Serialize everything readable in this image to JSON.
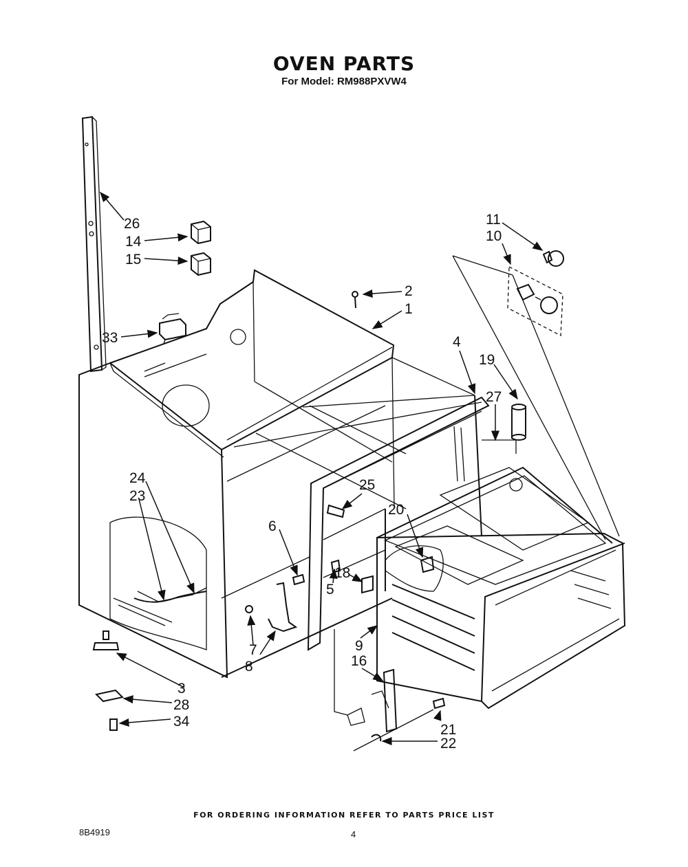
{
  "header": {
    "title": "OVEN PARTS",
    "subtitle": "For Model: RM988PXVW4"
  },
  "callouts": [
    "26",
    "14",
    "15",
    "33",
    "11",
    "10",
    "2",
    "1",
    "4",
    "19",
    "27",
    "25",
    "24",
    "23",
    "6",
    "20",
    "18",
    "5",
    "7",
    "8",
    "9",
    "16",
    "3",
    "28",
    "34",
    "21",
    "22"
  ],
  "footer": {
    "ordering_note": "FOR ORDERING INFORMATION REFER TO PARTS PRICE LIST",
    "doc_code": "8B4919",
    "page_number": "4"
  }
}
